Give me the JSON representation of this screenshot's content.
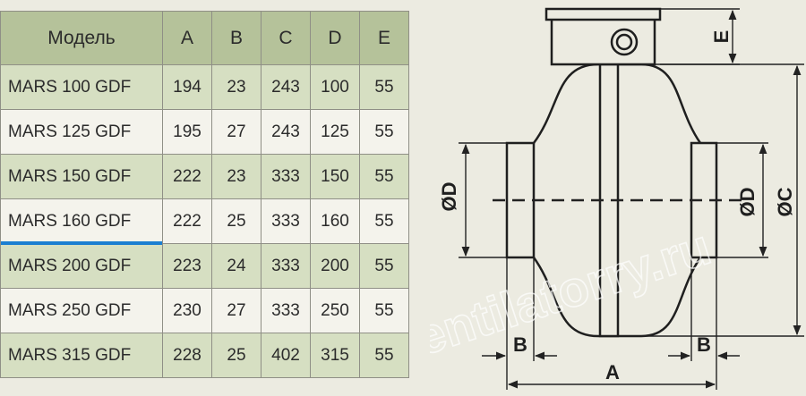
{
  "table": {
    "headers": [
      "Модель",
      "A",
      "B",
      "C",
      "D",
      "E"
    ],
    "rows": [
      [
        "MARS 100 GDF",
        "194",
        "23",
        "243",
        "100",
        "55"
      ],
      [
        "MARS 125 GDF",
        "195",
        "27",
        "243",
        "125",
        "55"
      ],
      [
        "MARS 150 GDF",
        "222",
        "23",
        "333",
        "150",
        "55"
      ],
      [
        "MARS 160 GDF",
        "222",
        "25",
        "333",
        "160",
        "55"
      ],
      [
        "MARS 200 GDF",
        "223",
        "24",
        "333",
        "200",
        "55"
      ],
      [
        "MARS 250 GDF",
        "230",
        "27",
        "333",
        "250",
        "55"
      ],
      [
        "MARS 315 GDF",
        "228",
        "25",
        "402",
        "315",
        "55"
      ]
    ],
    "selected_row": 3
  },
  "drawing": {
    "label_e": "E",
    "label_d_left": "ØD",
    "label_d_right": "ØD",
    "label_c": "ØC",
    "label_b_left": "B",
    "label_b_right": "B",
    "label_a": "A",
    "watermark": "ventilatorry.ru"
  },
  "colors": {
    "header_bg": "#b5c29a",
    "row_green": "#d6dfc2",
    "row_white": "#f4f3ec",
    "page_bg": "#ecebe1",
    "selection": "#1b7fd1"
  }
}
